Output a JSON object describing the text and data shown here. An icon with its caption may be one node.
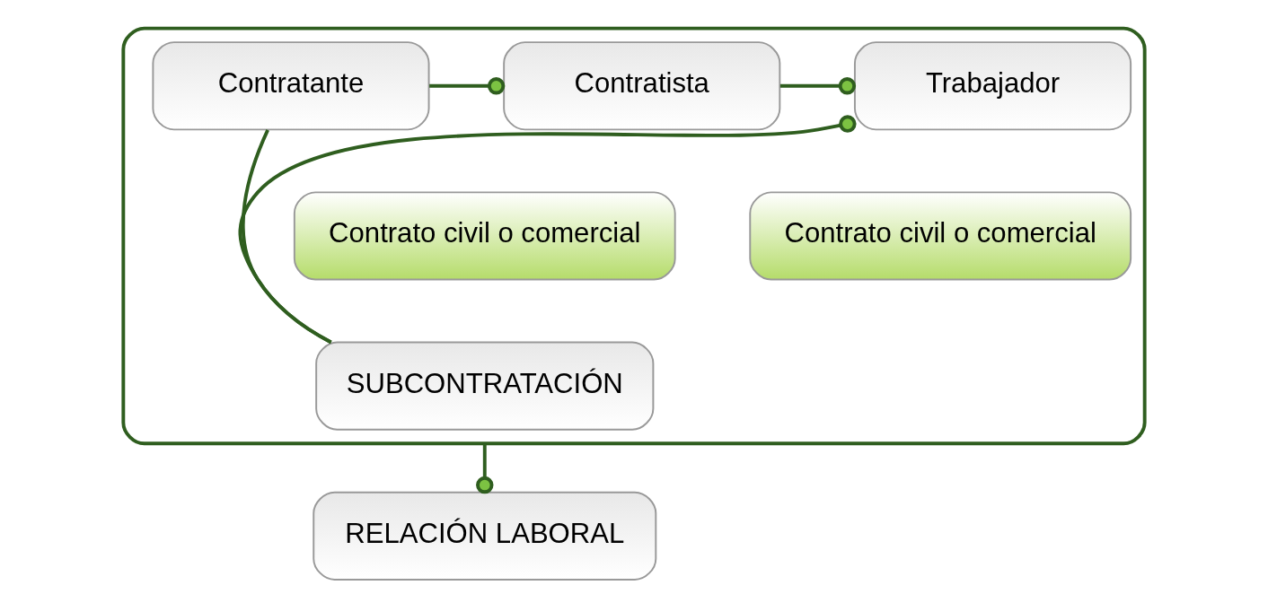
{
  "diagram": {
    "nodes": [
      {
        "text": [],
        "shape": "box"
      },
      {
        "text": [
          "Contratante"
        ],
        "in": 0
      },
      {
        "text": [
          "Contratista"
        ],
        "in": 0
      },
      {
        "text": [
          "Trabajador"
        ],
        "in": 0
      },
      {
        "text": [
          "Contrato civil o comercial"
        ],
        "in": 0
      },
      {
        "text": [
          "Contrato civil o comercial"
        ],
        "in": 0
      },
      {
        "text": [
          "SUBCONTRATACIÓN"
        ],
        "in": 0
      },
      {
        "text": [
          "RELACIÓN LABORAL"
        ]
      }
    ],
    "edges": [
      {
        "from": 1,
        "to": 2,
        "arrow": "other"
      },
      {
        "from": 2,
        "to": 3,
        "arrow": "other"
      },
      {
        "from": 6,
        "to": 3,
        "arrow": "other"
      },
      {
        "from": 1,
        "to": 6,
        "arrow": "none"
      },
      {
        "from": 0,
        "to": 7,
        "arrow": "other"
      }
    ]
  }
}
